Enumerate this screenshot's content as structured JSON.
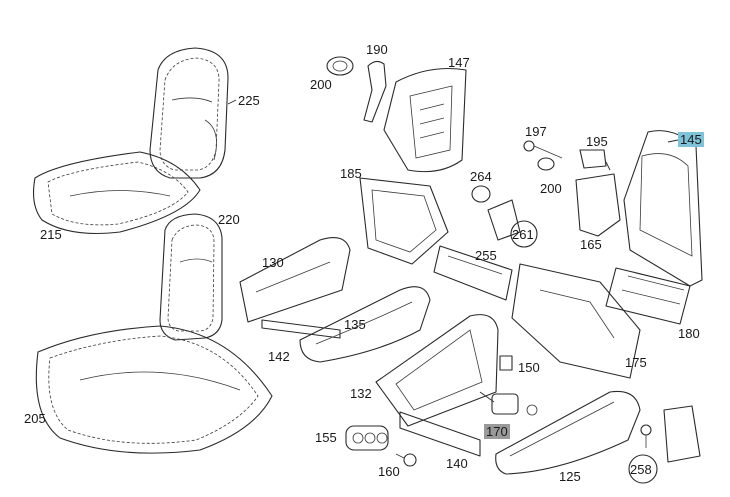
{
  "diagram": {
    "labels": {
      "p225": "225",
      "p215": "215",
      "p220": "220",
      "p205": "205",
      "p190": "190",
      "p200a": "200",
      "p147": "147",
      "p185": "185",
      "p264": "264",
      "p130": "130",
      "p135": "135",
      "p142": "142",
      "p197": "197",
      "p195": "195",
      "p200b": "200",
      "p145": "145",
      "p261": "261",
      "p165": "165",
      "p255": "255",
      "p180": "180",
      "p175": "175",
      "p150": "150",
      "p132": "132",
      "p170": "170",
      "p155": "155",
      "p160": "160",
      "p140": "140",
      "p125": "125",
      "p258": "258"
    },
    "highlight_colors": {
      "blue": "#7ec3d8",
      "grey": "#9a9a9a"
    }
  }
}
